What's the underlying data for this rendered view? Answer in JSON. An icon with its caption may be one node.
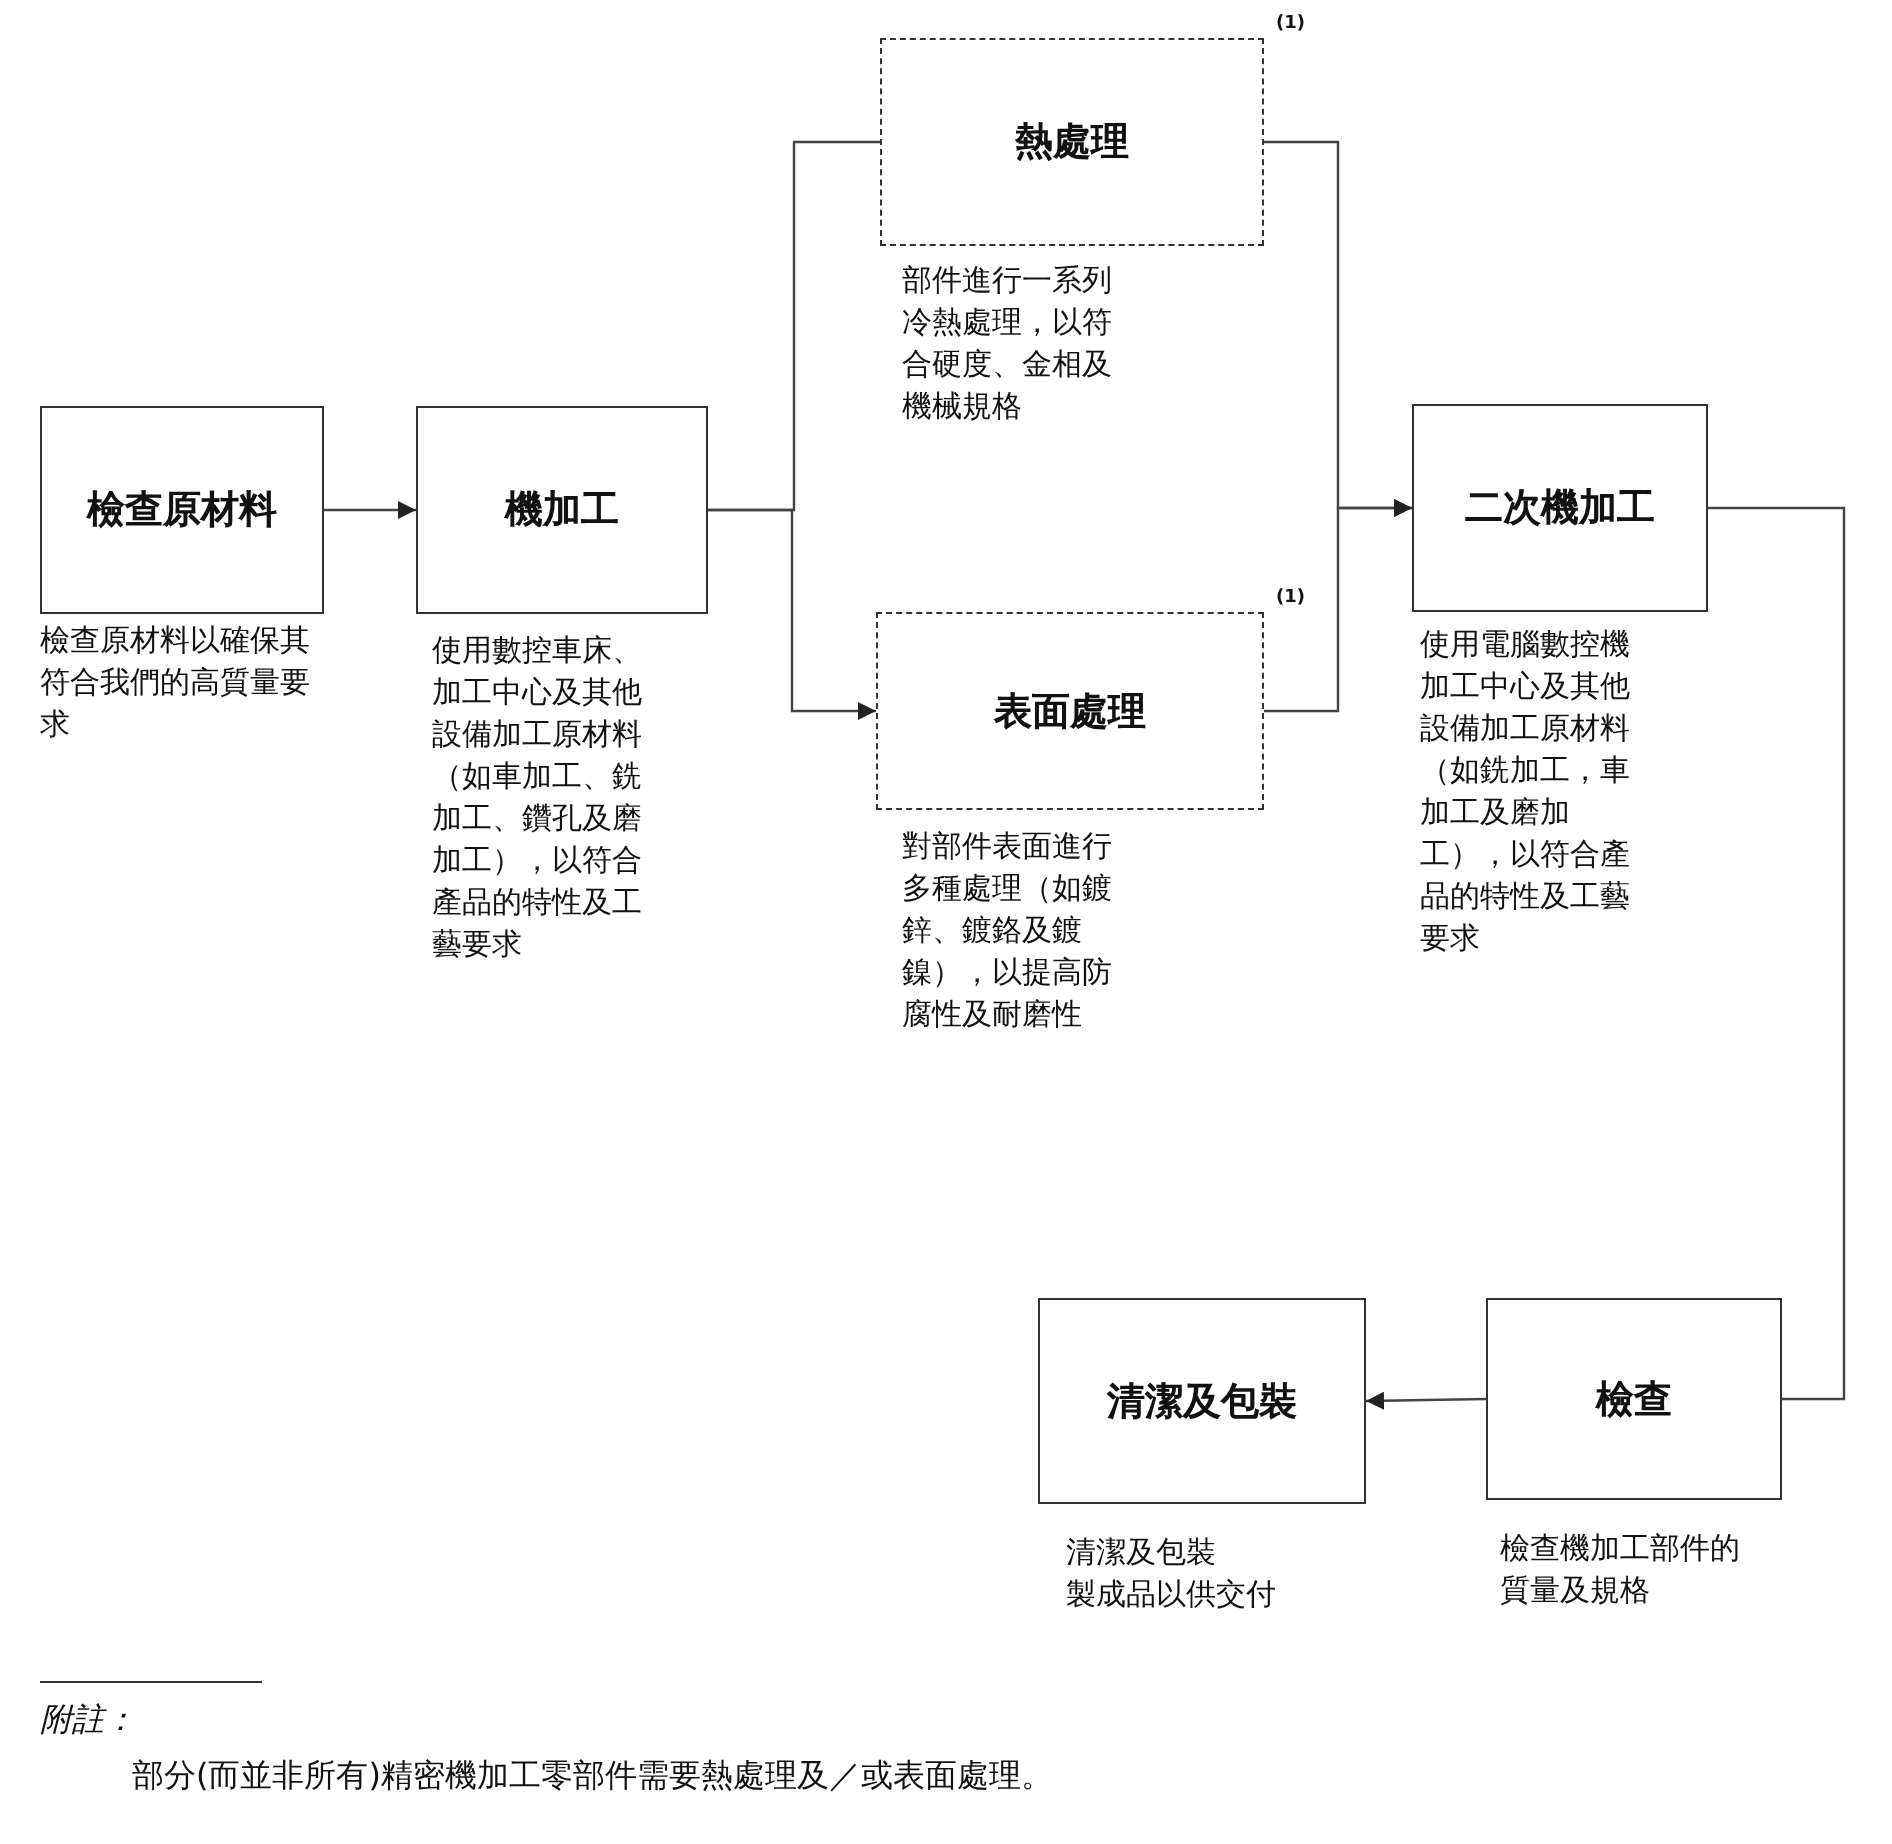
{
  "diagram": {
    "nodes": [
      {
        "text": [
          "檢查原材料"
        ],
        "beside": [
          "檢查原材料以確保其符合我們的高質量要求"
        ]
      },
      {
        "text": [
          "機加工"
        ],
        "beside": [
          "使用數控車床、加工中心及其他設備加工原材料（如車加工、銑加工、鑽孔及磨加工），以符合產品的特性及工藝要求"
        ]
      },
      {
        "text": [
          "熱處理"
        ],
        "beside": [
          "(1)",
          "部件進行一系列冷熱處理，以符合硬度、金相及機械規格"
        ]
      },
      {
        "text": [
          "表面處理"
        ],
        "beside": [
          "(1)",
          "對部件表面進行多種處理（如鍍鋅、鍍鉻及鍍鎳），以提高防腐性及耐磨性"
        ]
      },
      {
        "text": [
          "二次機加工"
        ],
        "beside": [
          "使用電腦數控機加工中心及其他設備加工原材料（如銑加工，車加工及磨加工），以符合產品的特性及工藝要求"
        ]
      },
      {
        "text": [
          "檢查"
        ],
        "beside": [
          "檢查機加工部件的質量及規格"
        ]
      },
      {
        "text": [
          "清潔及包裝"
        ],
        "beside": [
          "清潔及包裝",
          "製成品以供交付"
        ]
      }
    ],
    "edges": [
      {
        "from": 0,
        "to": 1,
        "arrow": "to"
      },
      {
        "from": 1,
        "to": 2,
        "arrow": "none"
      },
      {
        "from": 1,
        "to": 3,
        "arrow": "to"
      },
      {
        "from": 2,
        "to": 4,
        "arrow": "to"
      },
      {
        "from": 3,
        "to": 4,
        "arrow": "to"
      },
      {
        "from": 4,
        "to": 5,
        "arrow": "none"
      },
      {
        "from": 5,
        "to": 6,
        "arrow": "to"
      }
    ],
    "labels": [
      "附註：",
      "部分(而並非所有)精密機加工零部件需要熱處理及／或表面處理。"
    ]
  }
}
